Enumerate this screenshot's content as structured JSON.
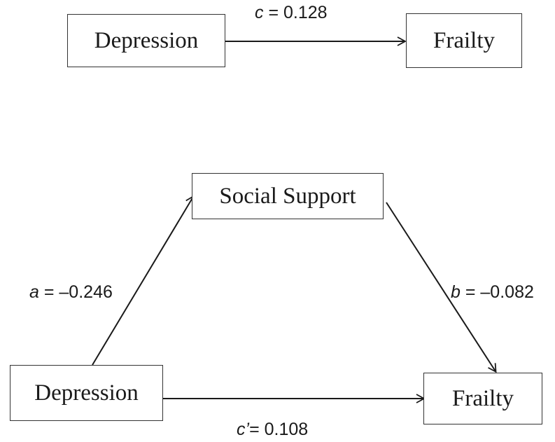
{
  "total_effect_model": {
    "predictor": "Depression",
    "outcome": "Frailty",
    "path_c": {
      "symbol": "c",
      "operator": " = ",
      "value": "0.128"
    }
  },
  "mediation_model": {
    "predictor": "Depression",
    "mediator": "Social Support",
    "outcome": "Frailty",
    "path_a": {
      "symbol": "a",
      "operator": " = ",
      "value": "–0.246"
    },
    "path_b": {
      "symbol": "b",
      "operator": " = ",
      "value": "–0.082"
    },
    "path_c_prime": {
      "symbol": "c’",
      "operator": "= ",
      "value": "0.108"
    }
  }
}
